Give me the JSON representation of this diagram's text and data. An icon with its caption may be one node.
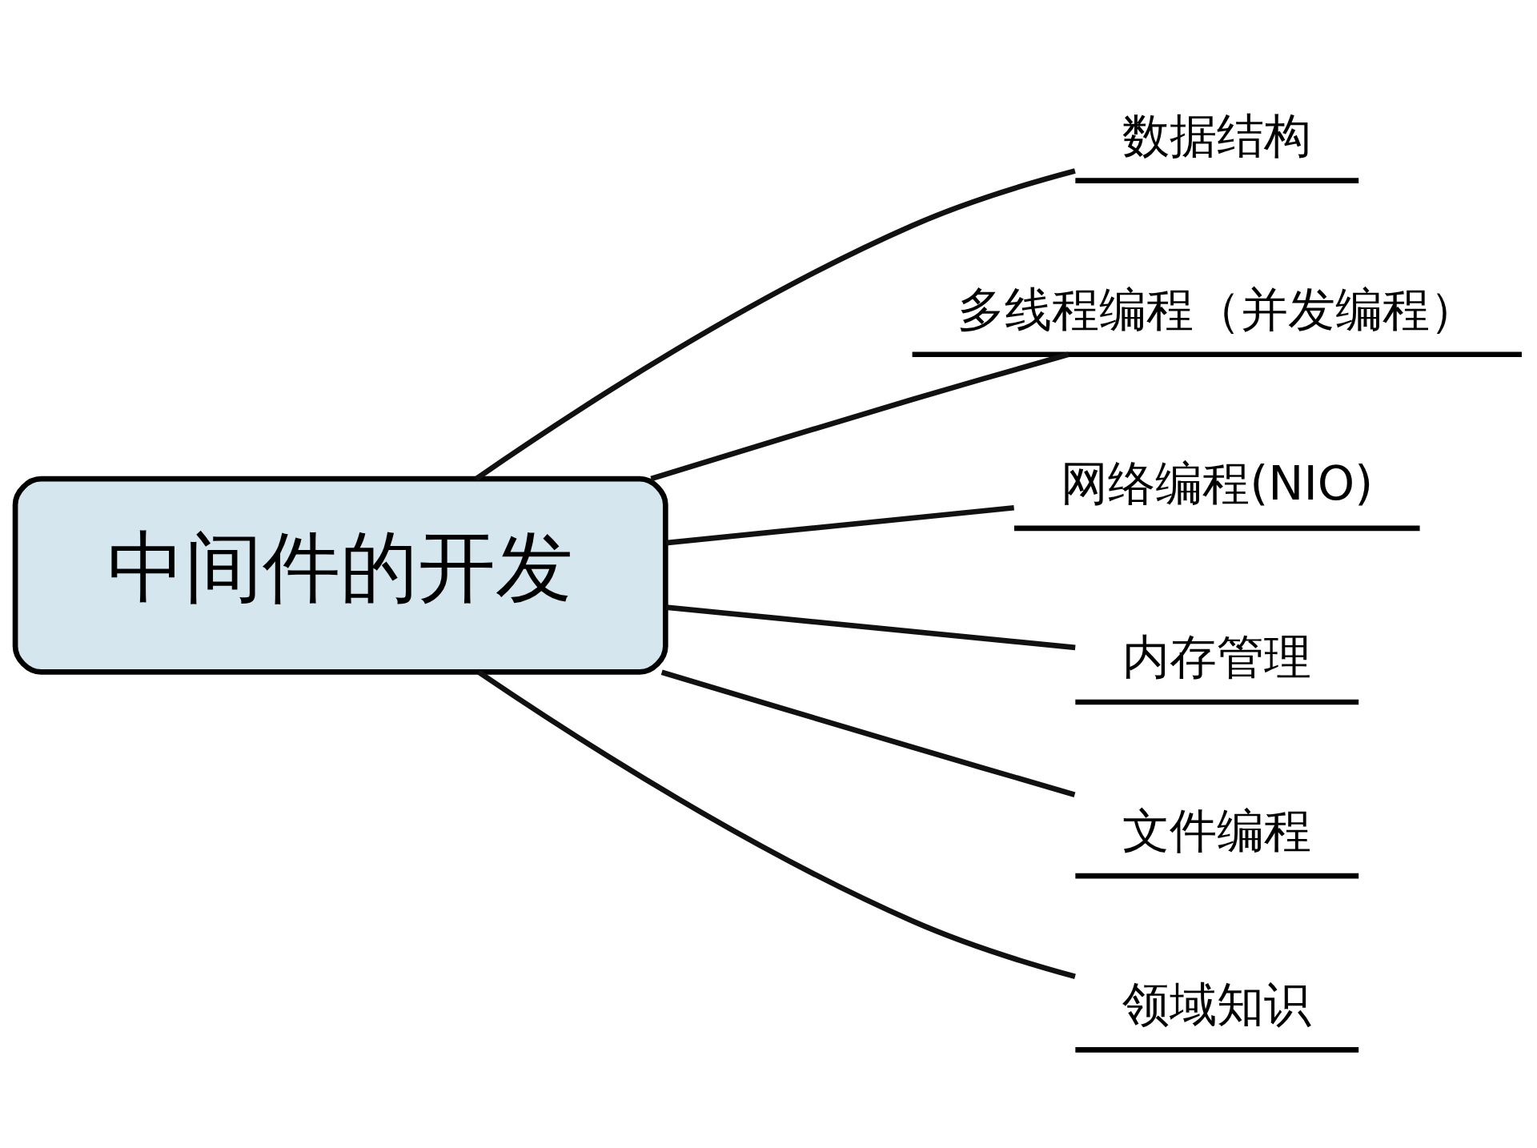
{
  "diagram": {
    "nodes": [
      {
        "text": [
          "中间件的开发"
        ]
      },
      {
        "text": [
          "数据结构"
        ]
      },
      {
        "text": [
          "多线程编程（并发编程）"
        ]
      },
      {
        "text": [
          "网络编程(NIO)"
        ]
      },
      {
        "text": [
          "内存管理"
        ]
      },
      {
        "text": [
          "文件编程"
        ]
      },
      {
        "text": [
          "领域知识"
        ]
      }
    ],
    "edges": [
      {
        "from": 0,
        "to": 1,
        "arrow": "none"
      },
      {
        "from": 0,
        "to": 2,
        "arrow": "none"
      },
      {
        "from": 0,
        "to": 3,
        "arrow": "none"
      },
      {
        "from": 0,
        "to": 4,
        "arrow": "none"
      },
      {
        "from": 0,
        "to": 5,
        "arrow": "none"
      },
      {
        "from": 0,
        "to": 6,
        "arrow": "none"
      }
    ]
  }
}
